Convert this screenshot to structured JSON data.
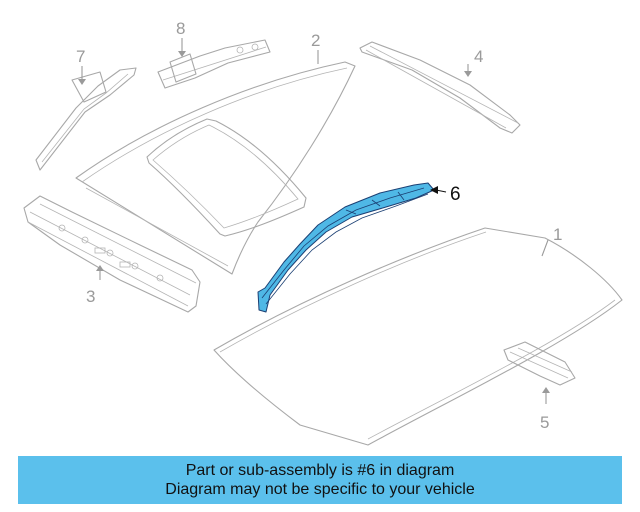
{
  "callouts": {
    "c1": "1",
    "c2": "2",
    "c3": "3",
    "c4": "4",
    "c5": "5",
    "c6": "6",
    "c7": "7",
    "c8": "8"
  },
  "highlighted_part": "6",
  "colors": {
    "highlight_fill": "#4fb8e6",
    "highlight_stroke": "#1b3f73",
    "banner_bg": "#5bc0ec",
    "line_art": "#a8a8a8"
  },
  "banner": {
    "line1": "Part or sub-assembly is #6 in diagram",
    "line2": "Diagram may not be specific to your vehicle"
  }
}
